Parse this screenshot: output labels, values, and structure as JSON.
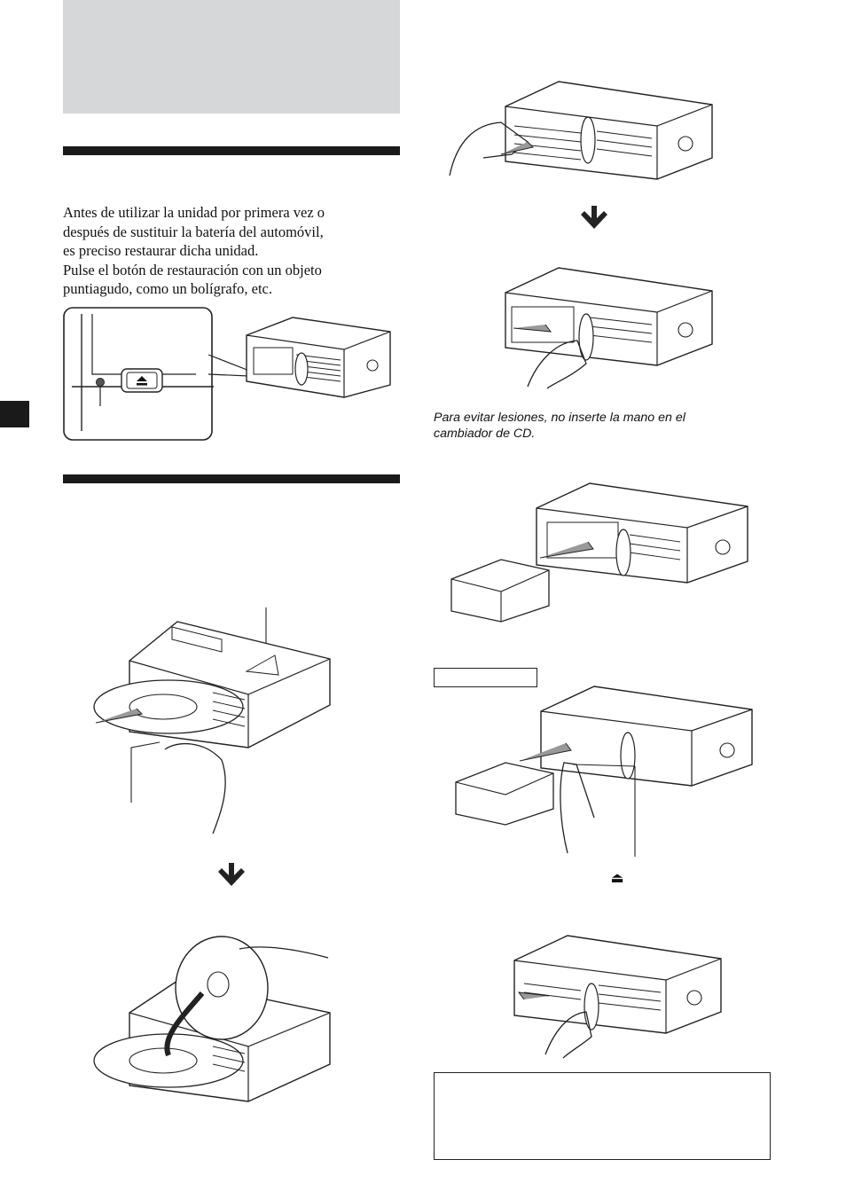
{
  "body_text": {
    "line_1": "Antes de utilizar la unidad por primera vez o",
    "line_2": "después de sustituir la batería del automóvil,",
    "line_3": "es preciso restaurar dicha unidad.",
    "line_4": "Pulse el botón de restauración con un objeto",
    "line_5": "puntiagudo, como un bolígrafo, etc."
  },
  "caution": {
    "line_1": "Para evitar lesiones, no inserte la mano en el",
    "line_2": "cambiador de CD."
  },
  "icons": {
    "eject": "eject-icon",
    "arrow": "arrow-down-icon"
  },
  "eject_symbol": "⏏",
  "colors": {
    "header_gray": "#d6d7d9",
    "rule_black": "#1a1a1a",
    "ink": "#111111",
    "arrow_fill": "#222222"
  }
}
